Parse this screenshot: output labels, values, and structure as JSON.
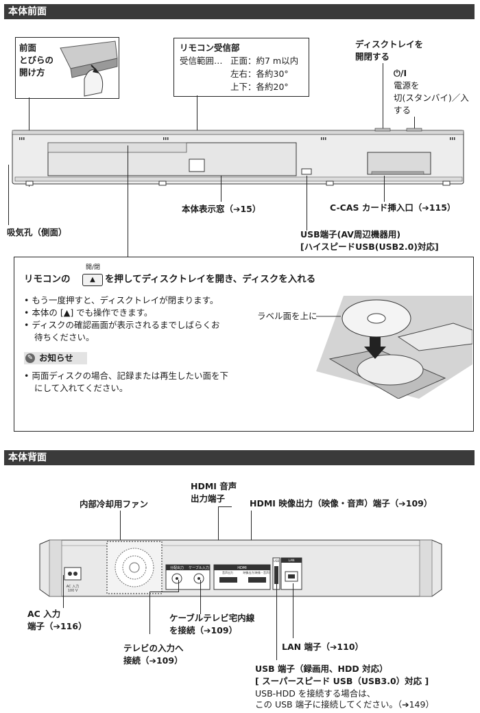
{
  "front": {
    "header": "本体前面",
    "door_label": [
      "前面",
      "とびらの",
      "開け方"
    ],
    "remote_sensor": {
      "title": "リモコン受信部",
      "range_prefix": "受信範囲…",
      "front": "正面：約7 m以内",
      "sides": "左右：各約30°",
      "updown": "上下：各約20°"
    },
    "tray_label": [
      "ディスクトレイを",
      "開閉する"
    ],
    "power_symbol": "⏻/I",
    "power_label": [
      "電源を",
      "切(スタンバイ)／入",
      "する"
    ],
    "display_label": "本体表示窓（➔15）",
    "ccas_label": "C-CAS カード挿入口（➔115）",
    "intake_label": "吸気孔（側面）",
    "usb_label": [
      "USB端子(AV周辺機器用)",
      "[ハイスピードUSB(USB2.0)対応]"
    ]
  },
  "disc_box": {
    "title_pre": "リモコンの",
    "key_caption": "開/閉",
    "key_symbol": "▲",
    "title_post": "を押してディスクトレイを開き、ディスクを入れる",
    "bullets": [
      "もう一度押すと、ディスクトレイが閉まります。",
      "本体の [▲] でも操作できます。",
      "ディスクの確認画面が表示されるまでしばらくお",
      "待ちください。"
    ],
    "label_side": "ラベル面を上に",
    "notice_title": "お知らせ",
    "notice": [
      "両面ディスクの場合、記録または再生したい面を下",
      "にして入れてください。"
    ]
  },
  "back": {
    "header": "本体背面",
    "fan": "内部冷却用ファン",
    "hdmi_audio": [
      "HDMI 音声",
      "出力端子"
    ],
    "hdmi_video": "HDMI 映像出力（映像・音声）端子（➔109）",
    "ac_input": [
      "AC 入力",
      "端子（➔116）"
    ],
    "ac_small": [
      "AC 入力",
      "100 V"
    ],
    "cable_home": [
      "ケーブルテレビ宅内線",
      "を接続（➔109）"
    ],
    "tv_input": [
      "テレビの入力へ",
      "接続（➔109）"
    ],
    "lan": "LAN 端子（➔110）",
    "usb": [
      "USB 端子（録画用、HDD 対応）",
      "[ スーパースピード USB（USB3.0）対応 ]",
      "USB-HDD を接続する場合は、",
      "この USB 端子に接続してください。（➔149）"
    ],
    "panel_small": [
      "分配出力",
      "ケーブル入力",
      "HDMI",
      "音声出力",
      "映像出力(映像・音声)",
      "USB",
      "LAN"
    ]
  }
}
